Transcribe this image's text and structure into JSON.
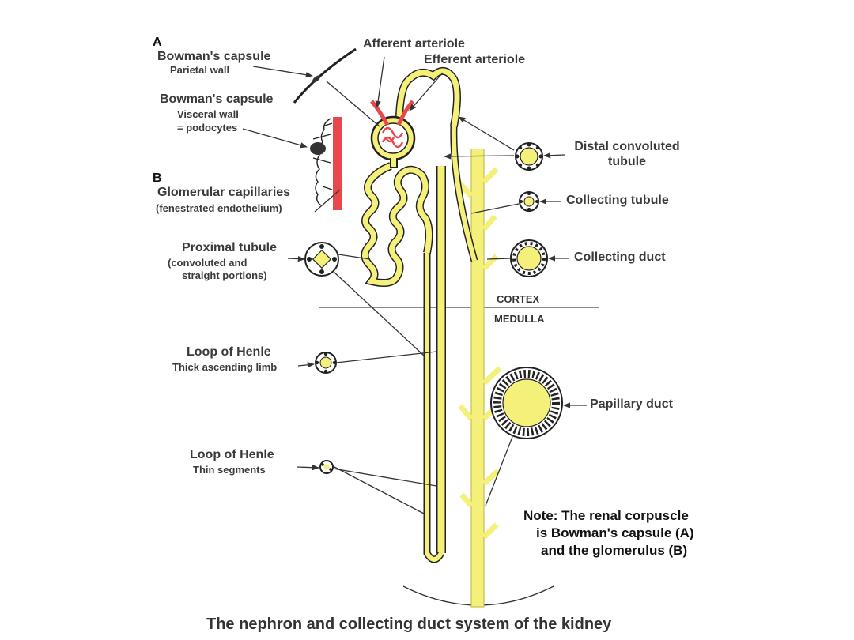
{
  "colors": {
    "tubule_fill": "#f4f07a",
    "tubule_stroke": "#222222",
    "capillary_red": "#e8484d",
    "text": "#3a3a3a",
    "background": "#ffffff"
  },
  "panel_letters": {
    "a": "A",
    "b": "B"
  },
  "labels": {
    "bowman_parietal_title": "Bowman's capsule",
    "bowman_parietal_sub": "Parietal wall",
    "bowman_visceral_title": "Bowman's capsule",
    "bowman_visceral_sub1": "Visceral wall",
    "bowman_visceral_sub2": "= podocytes",
    "glomerular_title": "Glomerular capillaries",
    "glomerular_sub": "(fenestrated endothelium)",
    "afferent": "Afferent arteriole",
    "efferent": "Efferent arteriole",
    "distal_line1": "Distal convoluted",
    "distal_line2": "tubule",
    "collecting_tubule": "Collecting tubule",
    "collecting_duct": "Collecting duct",
    "proximal_title": "Proximal tubule",
    "proximal_sub1": "(convoluted and",
    "proximal_sub2": "straight portions)",
    "henle_thick_title": "Loop of Henle",
    "henle_thick_sub": "Thick ascending limb",
    "henle_thin_title": "Loop of Henle",
    "henle_thin_sub": "Thin segments",
    "papillary_duct": "Papillary duct"
  },
  "zones": {
    "cortex": "CORTEX",
    "medulla": "MEDULLA"
  },
  "note": {
    "line1": "Note: The renal corpuscle",
    "line2": "is Bowman's capsule (A)",
    "line3": "and the glomerulus (B)"
  },
  "caption": "The nephron and collecting duct system of the kidney"
}
